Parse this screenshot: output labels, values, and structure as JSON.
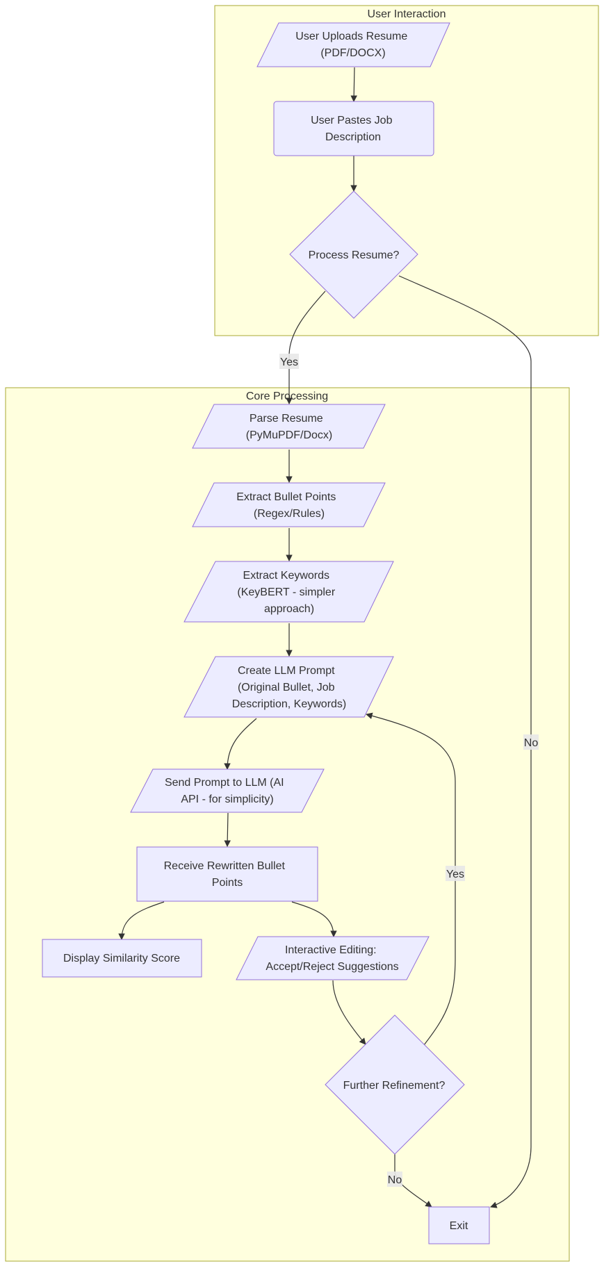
{
  "clusters": {
    "user_interaction": "User Interaction",
    "core_processing": "Core Processing"
  },
  "nodes": {
    "upload": [
      "User Uploads Resume",
      "(PDF/DOCX)"
    ],
    "paste_jd": [
      "User Pastes Job",
      "Description"
    ],
    "process_q": [
      "Process Resume?"
    ],
    "parse": [
      "Parse Resume",
      "(PyMuPDF/Docx)"
    ],
    "bullets": [
      "Extract Bullet Points",
      "(Regex/Rules)"
    ],
    "keywords": [
      "Extract Keywords",
      "(KeyBERT - simpler",
      "approach)"
    ],
    "prompt": [
      "Create LLM Prompt",
      "(Original Bullet, Job",
      "Description, Keywords)"
    ],
    "send": [
      "Send Prompt to LLM (AI",
      "API - for simplicity)"
    ],
    "receive": [
      "Receive Rewritten Bullet",
      "Points"
    ],
    "similarity": [
      "Display Similarity Score"
    ],
    "editing": [
      "Interactive Editing:",
      "Accept/Reject Suggestions"
    ],
    "refine_q": [
      "Further Refinement?"
    ],
    "exit": [
      "Exit"
    ]
  },
  "edge_labels": {
    "process_yes": "Yes",
    "process_no": "No",
    "refine_yes": "Yes",
    "refine_no": "No"
  },
  "colors": {
    "cluster_fill": "#ffffde",
    "cluster_stroke": "#aaaa33",
    "node_fill": "#ececff",
    "node_stroke": "#9370db",
    "edge": "#333333",
    "label_bg": "#e8e8e8",
    "text": "#333333"
  }
}
